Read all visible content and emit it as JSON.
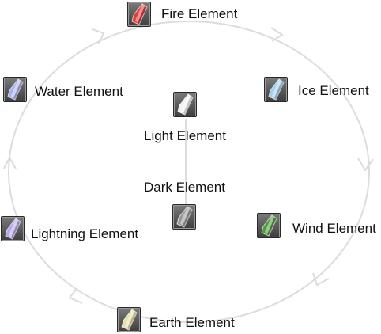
{
  "elements": {
    "fire": {
      "label": "Fire Element",
      "color": "#e23a3a"
    },
    "ice": {
      "label": "Ice Element",
      "color": "#9fd0ee"
    },
    "wind": {
      "label": "Wind Element",
      "color": "#4f9a3c"
    },
    "earth": {
      "label": "Earth Element",
      "color": "#e6dfa8"
    },
    "lightning": {
      "label": "Lightning Element",
      "color": "#b7a7e8"
    },
    "water": {
      "label": "Water Element",
      "color": "#aab2f0"
    },
    "light": {
      "label": "Light Element",
      "color": "#f2f2f2"
    },
    "dark": {
      "label": "Dark Element",
      "color": "#9a9a9a"
    }
  },
  "cycle_order": [
    "fire",
    "ice",
    "wind",
    "earth",
    "lightning",
    "water"
  ],
  "opposition_pair": [
    "light",
    "dark"
  ],
  "line_color": "#dcdcdc"
}
